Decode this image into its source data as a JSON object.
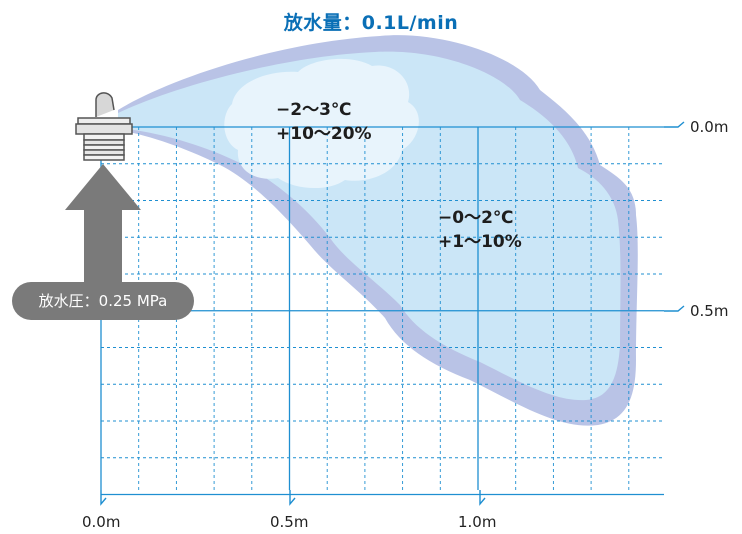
{
  "title": "放水量：0.1L/min",
  "zones": {
    "inner": {
      "temp": "−2〜3℃",
      "humidity": "+10〜20%"
    },
    "outer": {
      "temp": "−0〜2℃",
      "humidity": "+1〜10%"
    }
  },
  "pressure_label": "放水圧：0.25 MPa",
  "axes": {
    "x": {
      "labels": [
        "0.0m",
        "0.5m",
        "1.0m"
      ]
    },
    "y": {
      "labels": [
        "0.0m",
        "0.5m"
      ]
    }
  },
  "colors": {
    "title": "#0a6fb6",
    "grid": "#1f8fd1",
    "outer_haze": "#b9c3e6",
    "mid_spray": "#cbe6f7",
    "inner_spray": "#e8f4fc",
    "arrow": "#7a7a7a",
    "badge": "#7a7a7a"
  },
  "icons": {
    "nozzle": "spray-nozzle-icon",
    "arrow": "upward-pressure-arrow"
  }
}
